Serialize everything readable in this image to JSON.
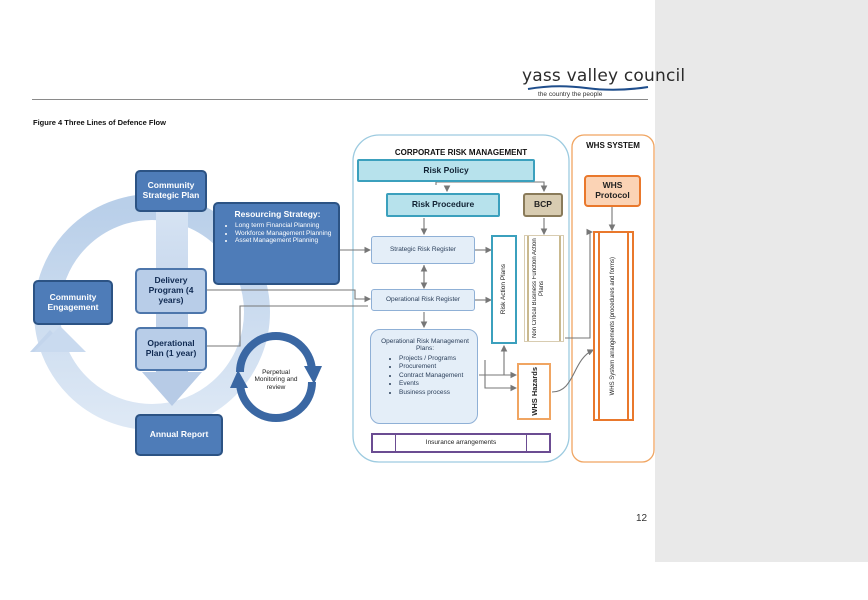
{
  "header": {
    "logo_main": "yass valley council",
    "logo_sub": "the country   the people",
    "figure_title": "Figure 4 Three Lines of Defence Flow"
  },
  "cycle": {
    "community_strategic_plan": "Community Strategic Plan",
    "community_engagement": "Community Engagement",
    "delivery_program": "Delivery Program (4 years)",
    "operational_plan": "Operational Plan (1 year)",
    "annual_report": "Annual Report",
    "perpetual_monitoring": "Perpetual Monitoring and review"
  },
  "resourcing": {
    "title": "Resourcing Strategy:",
    "items": [
      "Long term Financial Planning",
      "Workforce Management Planning",
      "Asset Management Planning"
    ]
  },
  "corporate": {
    "title": "CORPORATE RISK MANAGEMENT",
    "risk_policy": "Risk Policy",
    "risk_procedure": "Risk Procedure",
    "bcp": "BCP",
    "strategic_register": "Strategic Risk Register",
    "operational_register": "Operational Risk Register",
    "risk_action_plans": "Risk Action Plans",
    "non_critical": "Non Critical Business Function Action Plans",
    "orm_title": "Operational Risk Management Plans:",
    "orm_items": [
      "Projects / Programs",
      "Procurement",
      "Contract Management",
      "Events",
      "Business process"
    ],
    "whs_hazards": "WHS Hazards",
    "insurance": "Insurance arrangements"
  },
  "whs": {
    "title": "WHS SYSTEM",
    "protocol": "WHS Protocol",
    "arrangements": "WHS System arrangements (procedures and forms)"
  },
  "page_number": "12"
}
